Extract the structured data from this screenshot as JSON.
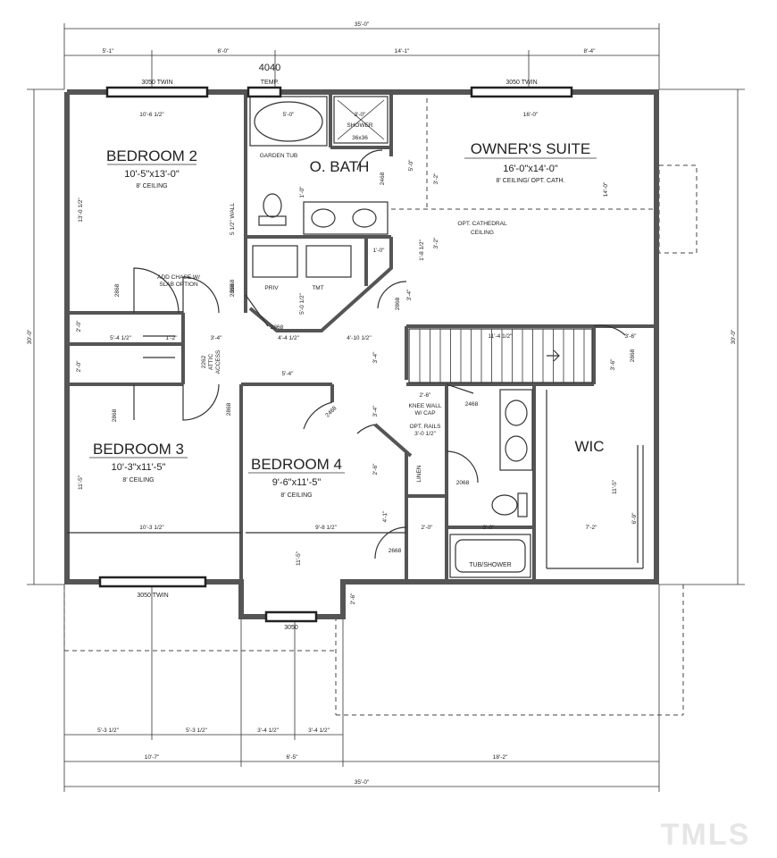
{
  "rooms": {
    "bedroom2": {
      "name": "BEDROOM 2",
      "size": "10'-5\"x13'-0\"",
      "ceiling": "8' CEILING"
    },
    "owners_suite": {
      "name": "OWNER'S SUITE",
      "size": "16'-0\"x14'-0\"",
      "ceiling": "8' CEILING/ OPT. CATH."
    },
    "obath": {
      "name": "O. BATH"
    },
    "bedroom3": {
      "name": "BEDROOM 3",
      "size": "10'-3\"x11'-5\"",
      "ceiling": "8' CEILING"
    },
    "bedroom4": {
      "name": "BEDROOM 4",
      "size": "9'-6\"x11'-5\"",
      "ceiling": "8' CEILING"
    },
    "wic": {
      "name": "WIC"
    }
  },
  "windows": {
    "bed2": "3050 TWIN",
    "obath": "4040",
    "obath_temp": "TEMP.",
    "suite": "3050 TWIN",
    "bed3": "3050 TWIN",
    "bed4": "3050"
  },
  "fixtures": {
    "shower": "SHOWER",
    "shower_size": "36x36",
    "garden_tub": "GARDEN TUB",
    "tub_shower": "TUB/SHOWER",
    "linen": "LINEN",
    "knee_wall": "KNEE WALL",
    "knee_wall_cap": "W/ CAP",
    "opt_rails": "OPT. RAILS",
    "cath_note_1": "OPT. CATHEDRAL",
    "cath_note_2": "CEILING",
    "half_wall": "5 1/2\" WALL",
    "add_chase_1": "ADD CHASE W/",
    "add_chase_2": "SLAB OPTION",
    "attic_1": "2262",
    "attic_2": "ATTIC",
    "attic_3": "ACCESS",
    "mirror_1": "PRIV",
    "mirror_2": "TMT"
  },
  "doors": {
    "bed2": "2868",
    "hall_a": "2868",
    "obath": "2468",
    "suite": "2868",
    "bed4_in": "2868",
    "bed3": "2868",
    "hall_b": "2868",
    "bed4": "2468",
    "bath2": "2468",
    "wic": "2868",
    "linen": "2068",
    "hall_c": "2668",
    "closet_b2": "2868"
  },
  "dims_top": [
    "35'-0\"",
    "5'-1\"",
    "6'-0\"",
    "14'-1\"",
    "8'-4\""
  ],
  "dims_bottom": [
    "5'-3 1/2\"",
    "5'-3 1/2\"",
    "3'-4 1/2\"",
    "3'-4 1/2\"",
    "10'-7\"",
    "6'-5\"",
    "18'-2\"",
    "35'-0\""
  ],
  "dims_side": {
    "left": "30'-0\"",
    "right": "30'-0\""
  },
  "dims_interior": {
    "bed2_width": "10'-6 1/2\"",
    "bed2_height": "13'-0 1/2\"",
    "tub_width": "5'-0\"",
    "shower_width": "3'-0\"",
    "suite_width": "16'-0\"",
    "suite_height": "14'-0\"",
    "suite_d1": "5'-0\"",
    "suite_d2": "3'-2\"",
    "suite_d3": "3'-2\"",
    "hall_1": "5'-4 1/2\"",
    "hall_2": "1'-2\"",
    "hall_3": "3'-4\"",
    "hall_4": "4'-4 1/2\"",
    "hall_5": "4'-10 1/2\"",
    "hall_6": "5'-0 1/2\"",
    "hall_7": "5'-4\"",
    "stair": "11'-4 1/2\"",
    "stair_side": "3'-6\"",
    "bed3_width": "10'-3 1/2\"",
    "bed3_height": "11'-5\"",
    "bed4_width": "9'-8 1/2\"",
    "bed4_height": "11'-5\"",
    "bath2_width": "3'-0\"",
    "wic_width": "7'-2\"",
    "wic_height": "11'-5\"",
    "knee_1": "2'-6\"",
    "knee_2": "3'-0 1/2\"",
    "linen_w": "2'-0\"",
    "bump": "2'-6\"",
    "vert_a": "2'-0\"",
    "vert_b": "2'-0\"",
    "vert_c": "4'-1\"",
    "vert_d": "2'-6\"",
    "vert_e": "3'-4\"",
    "vert_f": "6'-9\"",
    "vert_g": "3'-4\"",
    "vert_h": "1'-8 1/2\"",
    "vert_i": "1'-0\"",
    "vert_j": "3'-4\"",
    "vert_k": "1'-0\"",
    "vert_l": "3'-6\""
  },
  "watermark": "TMLS"
}
